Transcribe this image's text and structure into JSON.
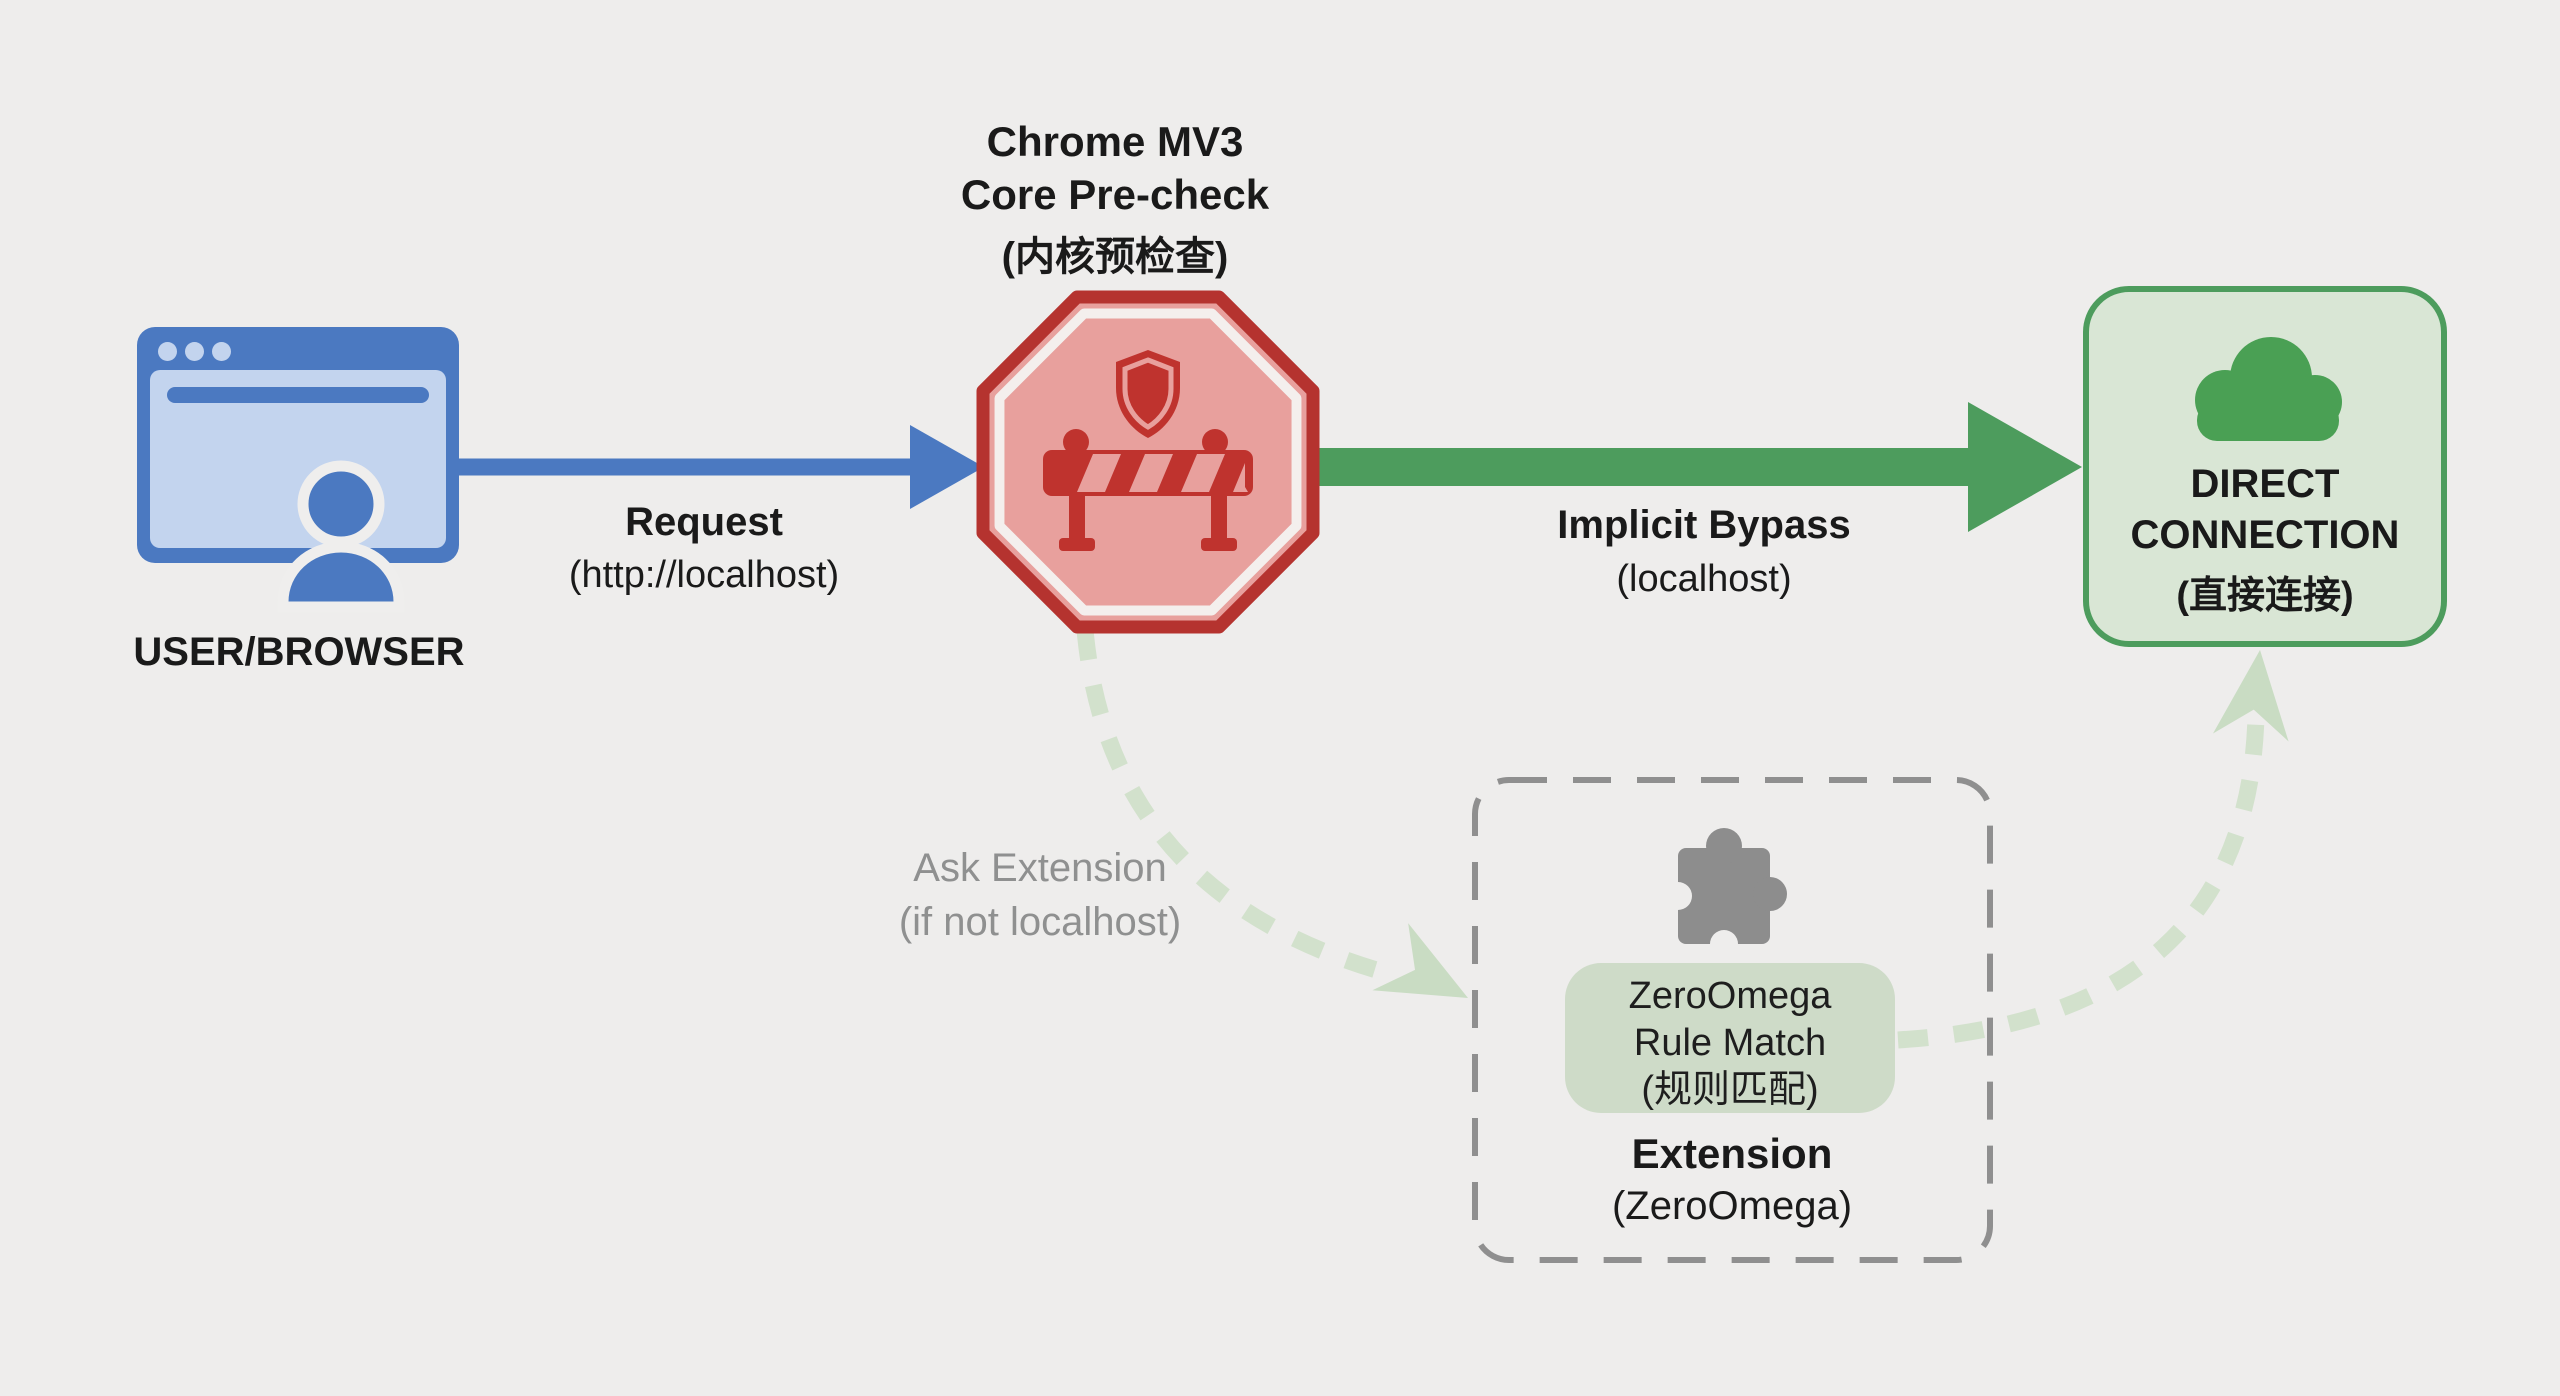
{
  "colors": {
    "background": "#eeedec",
    "blue": "#4b79c1",
    "light_blue": "#c3d4ee",
    "red_dark": "#b5332f",
    "red_icon": "#bf332e",
    "pink": "#e8a09d",
    "green": "#4d9c5d",
    "green_box_fill": "#d9e6d5",
    "pill_green": "#cedbc8",
    "dashed_curve_green": "#d2e1cc",
    "dashed_border_gray": "#8f8f8f",
    "text_dark": "#1a1a1a",
    "text_gray": "#8f9090"
  },
  "icons": {
    "user_browser": "browser-window-icon, user-icon",
    "core_precheck": "stop-octagon-icon, shield-icon, barrier-icon",
    "direct_connection": "cloud-icon",
    "extension": "puzzle-piece-icon"
  },
  "nodes": {
    "user_browser": {
      "label": "USER/BROWSER"
    },
    "core_precheck": {
      "title_line1": "Chrome MV3",
      "title_line2": "Core Pre-check",
      "title_line3": "(内核预检查)"
    },
    "direct_connection": {
      "line1": "DIRECT",
      "line2": "CONNECTION",
      "line3": "(直接连接)"
    },
    "extension": {
      "rule_line1": "ZeroOmega",
      "rule_line2": "Rule Match",
      "rule_line3": "(规则匹配)",
      "label": "Extension",
      "sublabel": "(ZeroOmega)"
    }
  },
  "edges": {
    "request": {
      "label": "Request",
      "sublabel": "(http://localhost)"
    },
    "implicit_bypass": {
      "label": "Implicit Bypass",
      "sublabel": "(localhost)"
    },
    "ask_extension": {
      "label": "Ask Extension",
      "sublabel": "(if not localhost)"
    }
  }
}
